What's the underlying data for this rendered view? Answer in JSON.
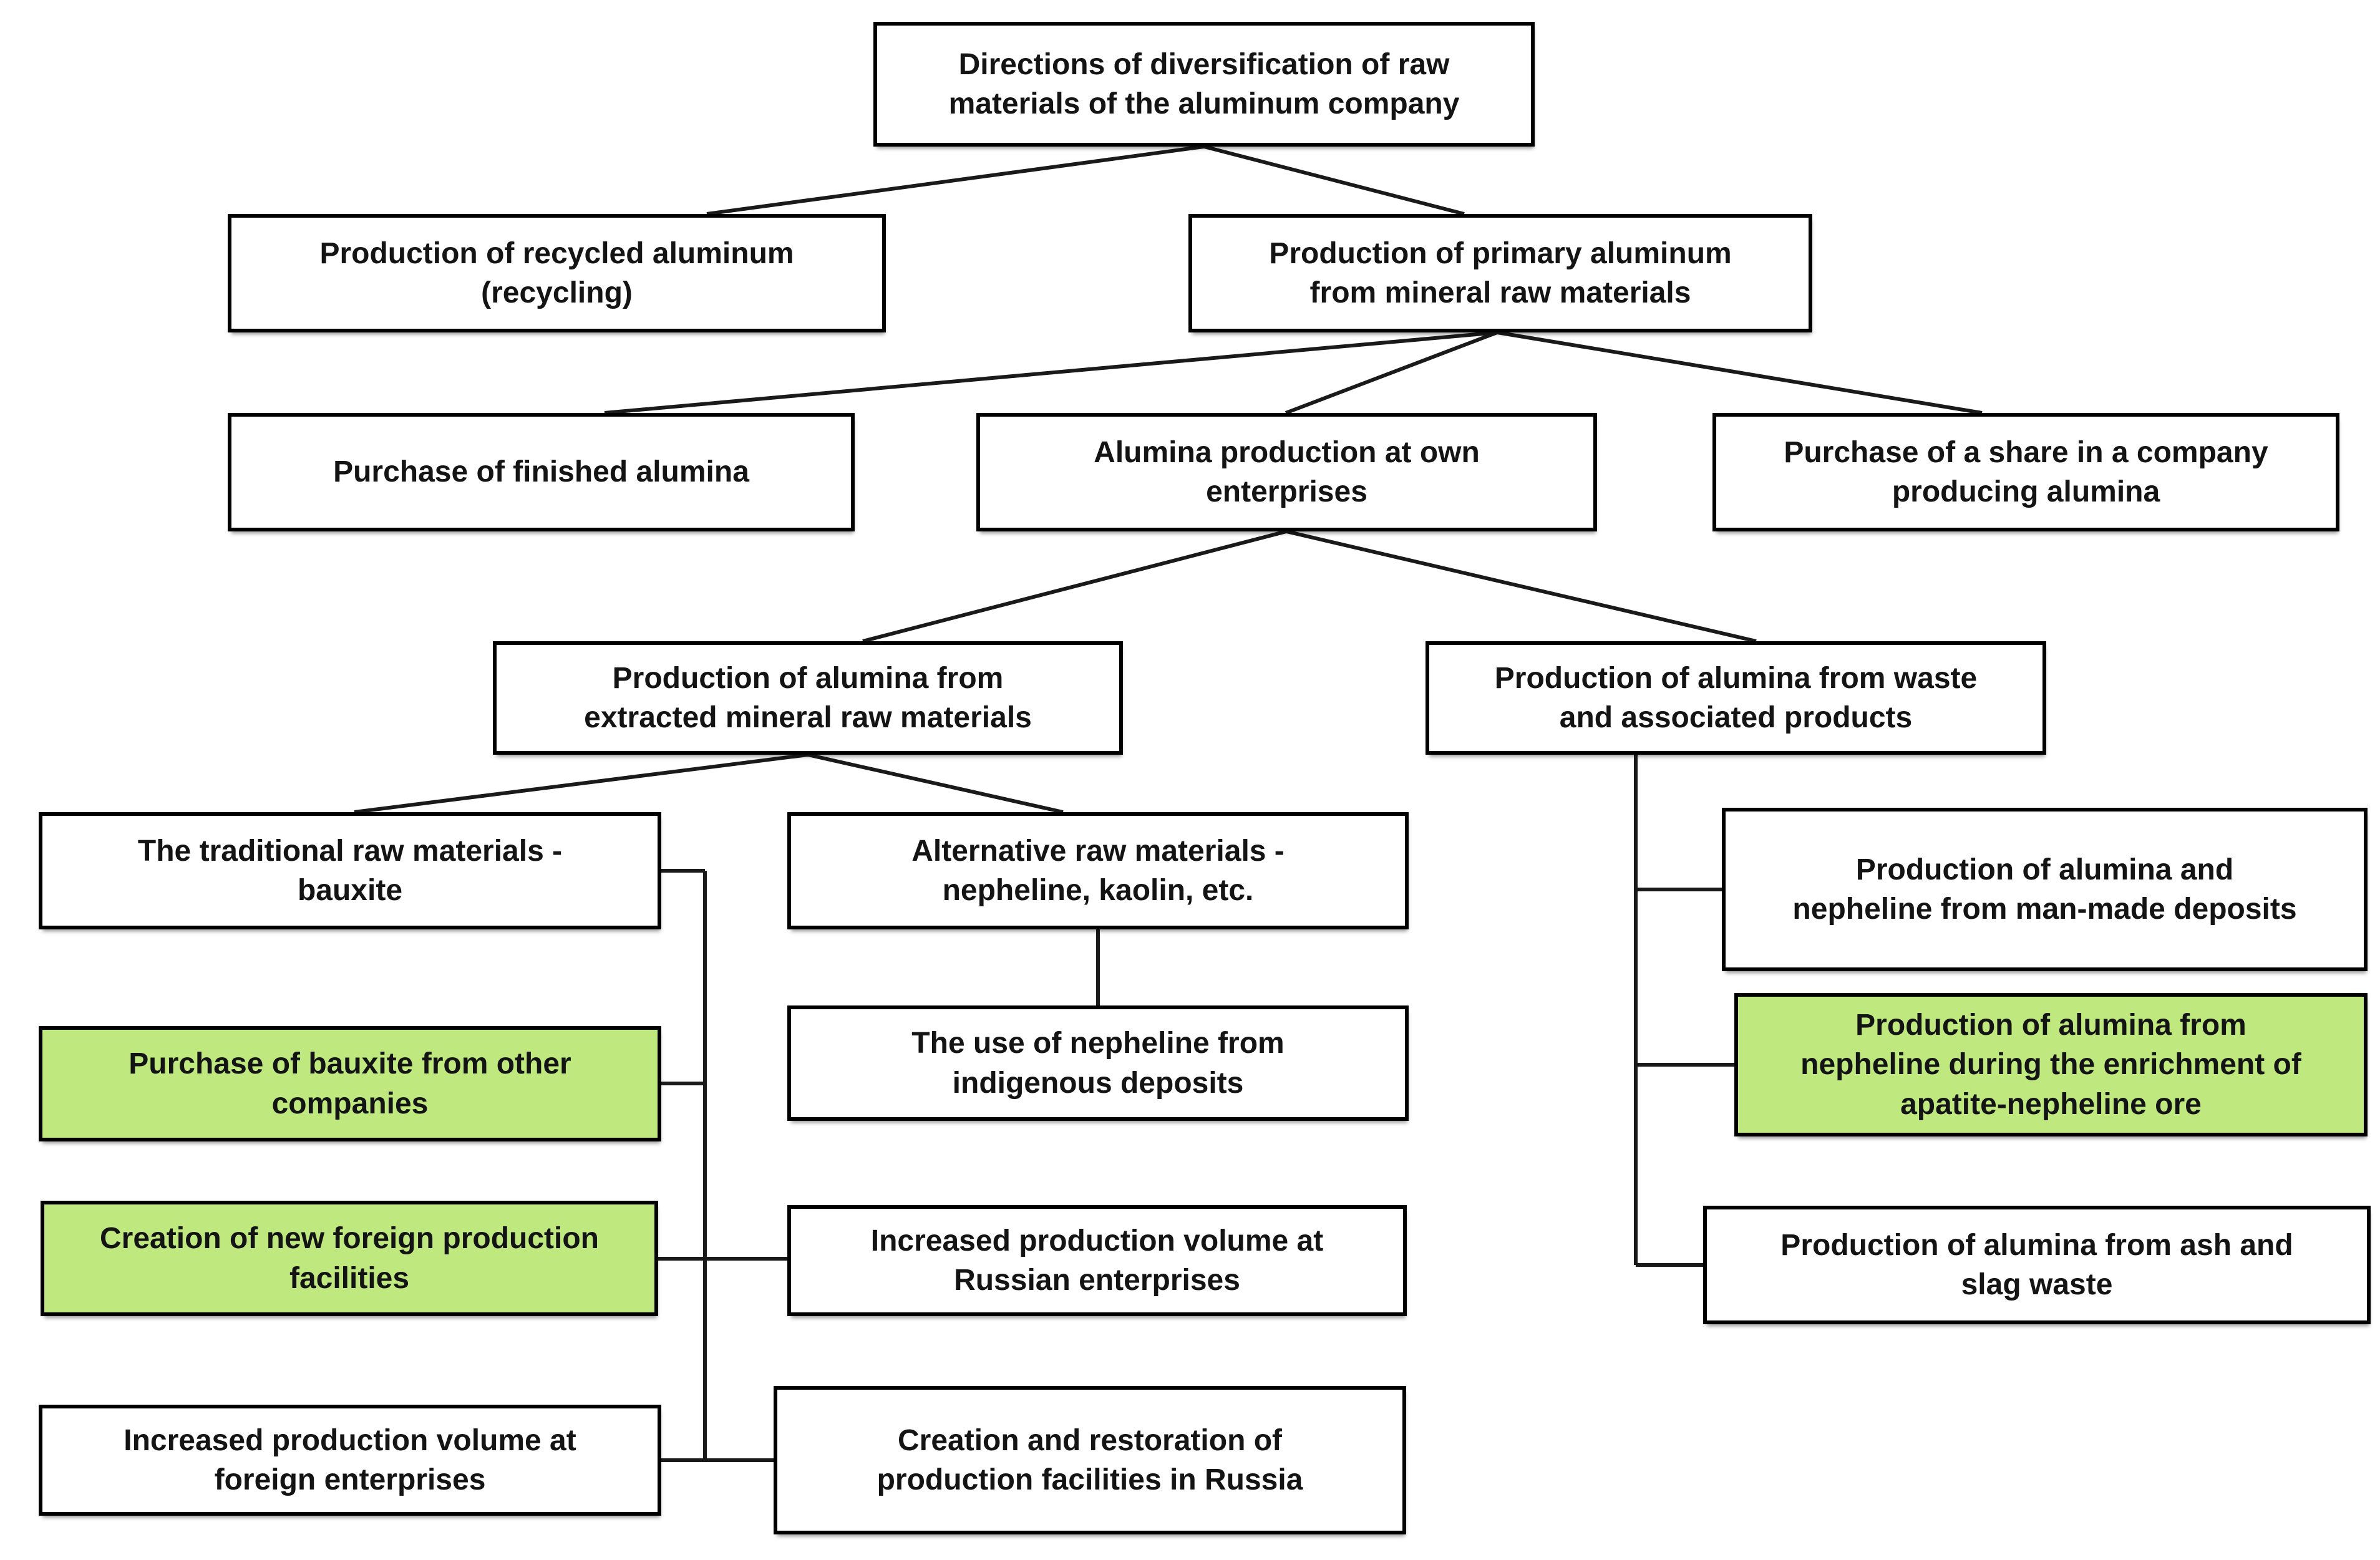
{
  "diagram": {
    "title": "Directions of diversification of raw materials of the aluminum company",
    "highlight_color": "#bfe97e",
    "box_border_color": "#000000",
    "line_color": "#1a1a1a",
    "nodes": {
      "root": {
        "label": "Directions of diversification of raw\nmaterials of the aluminum company",
        "highlighted": false
      },
      "recycled": {
        "label": "Production of recycled aluminum\n(recycling)",
        "highlighted": false
      },
      "primary": {
        "label": "Production of primary aluminum\nfrom mineral raw materials",
        "highlighted": false
      },
      "purchase_alumina": {
        "label": "Purchase of finished alumina",
        "highlighted": false
      },
      "own_enterprises": {
        "label": "Alumina production at own\nenterprises",
        "highlighted": false
      },
      "purchase_share": {
        "label": "Purchase of a share in a company\nproducing alumina",
        "highlighted": false
      },
      "extracted": {
        "label": "Production of alumina from\nextracted mineral raw materials",
        "highlighted": false
      },
      "waste": {
        "label": "Production of alumina from waste\nand associated products",
        "highlighted": false
      },
      "bauxite": {
        "label": "The traditional raw materials -\nbauxite",
        "highlighted": false
      },
      "alternative": {
        "label": "Alternative raw materials -\nnepheline, kaolin, etc.",
        "highlighted": false
      },
      "man_made": {
        "label": "Production of alumina and\nnepheline from man-made deposits",
        "highlighted": false
      },
      "purchase_bauxite": {
        "label": "Purchase of bauxite from other\ncompanies",
        "highlighted": true
      },
      "use_nepheline": {
        "label": "The use of nepheline from\nindigenous deposits",
        "highlighted": false
      },
      "apatite": {
        "label": "Production of alumina from\nnepheline during the enrichment of\napatite-nepheline ore",
        "highlighted": true
      },
      "creation_foreign": {
        "label": "Creation of new foreign production\nfacilities",
        "highlighted": true
      },
      "increased_russian": {
        "label": "Increased production volume at\nRussian enterprises",
        "highlighted": false
      },
      "ash_slag": {
        "label": "Production of alumina from ash and\nslag waste",
        "highlighted": false
      },
      "increased_foreign": {
        "label": "Increased production volume at\nforeign enterprises",
        "highlighted": false
      },
      "creation_russia": {
        "label": "Creation and restoration of\nproduction facilities in Russia",
        "highlighted": false
      }
    }
  }
}
